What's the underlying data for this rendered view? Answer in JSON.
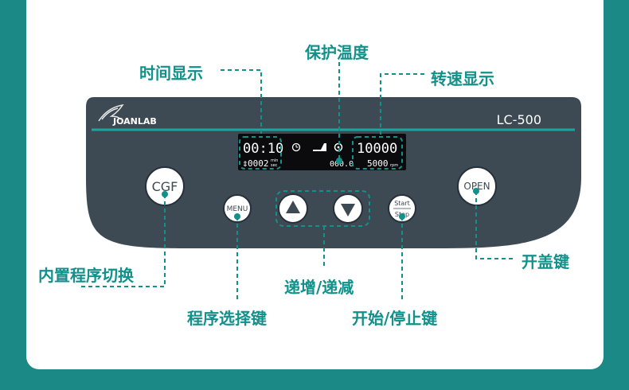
{
  "callouts": {
    "time_display": "时间显示",
    "protect_temp": "保护温度",
    "speed_display": "转速显示",
    "program_switch": "内置程序切换",
    "program_select": "程序选择键",
    "inc_dec": "递增/递减",
    "start_stop": "开始/停止键",
    "lid_open": "开盖键"
  },
  "panel": {
    "brand": "JOANLAB",
    "model": "LC-500",
    "time_value": "00:10",
    "time_sub": "0002",
    "unit_min": "min",
    "unit_sec": "sec",
    "temp_value": "000.0",
    "speed_value": "10000",
    "speed_sub": "5000",
    "unit_rpm": "rpm"
  },
  "buttons": {
    "cgf": "CGF",
    "menu": "MENU",
    "start": "Start",
    "stop": "Stop",
    "open": "OPEN"
  },
  "colors": {
    "teal": "#12908a",
    "panel": "#3d4a53",
    "background": "#1b8a87"
  }
}
